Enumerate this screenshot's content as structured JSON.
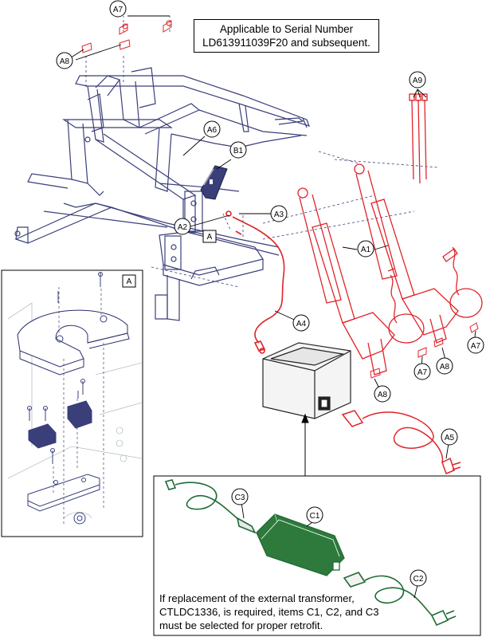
{
  "applicability_note": {
    "line1": "Applicable to Serial Number",
    "line2": "LD613911039F20 and subsequent."
  },
  "callouts": {
    "a1": "A1",
    "a2": "A2",
    "a3": "A3",
    "a4": "A4",
    "a5": "A5",
    "a6": "A6",
    "a7_top": "A7",
    "a7_right": "A7",
    "a7_mid": "A7",
    "a8_top": "A8",
    "a8_mid": "A8",
    "a8_low": "A8",
    "a9": "A9",
    "b1": "B1",
    "c1": "C1",
    "c2": "C2",
    "c3": "C3",
    "a_main": "A",
    "a_inset": "A"
  },
  "retrofit_note": {
    "line1": "If replacement of the external transformer,",
    "line2": "CTLDC1336, is required, items C1, C2, and C3",
    "line3": "must be selected for proper retrofit."
  },
  "colors": {
    "frame": "#3a3f7a",
    "actuator": "#e0242a",
    "cord_green": "#1f6b35",
    "transformer_green": "#2e7a3d",
    "callout": "#000000"
  }
}
